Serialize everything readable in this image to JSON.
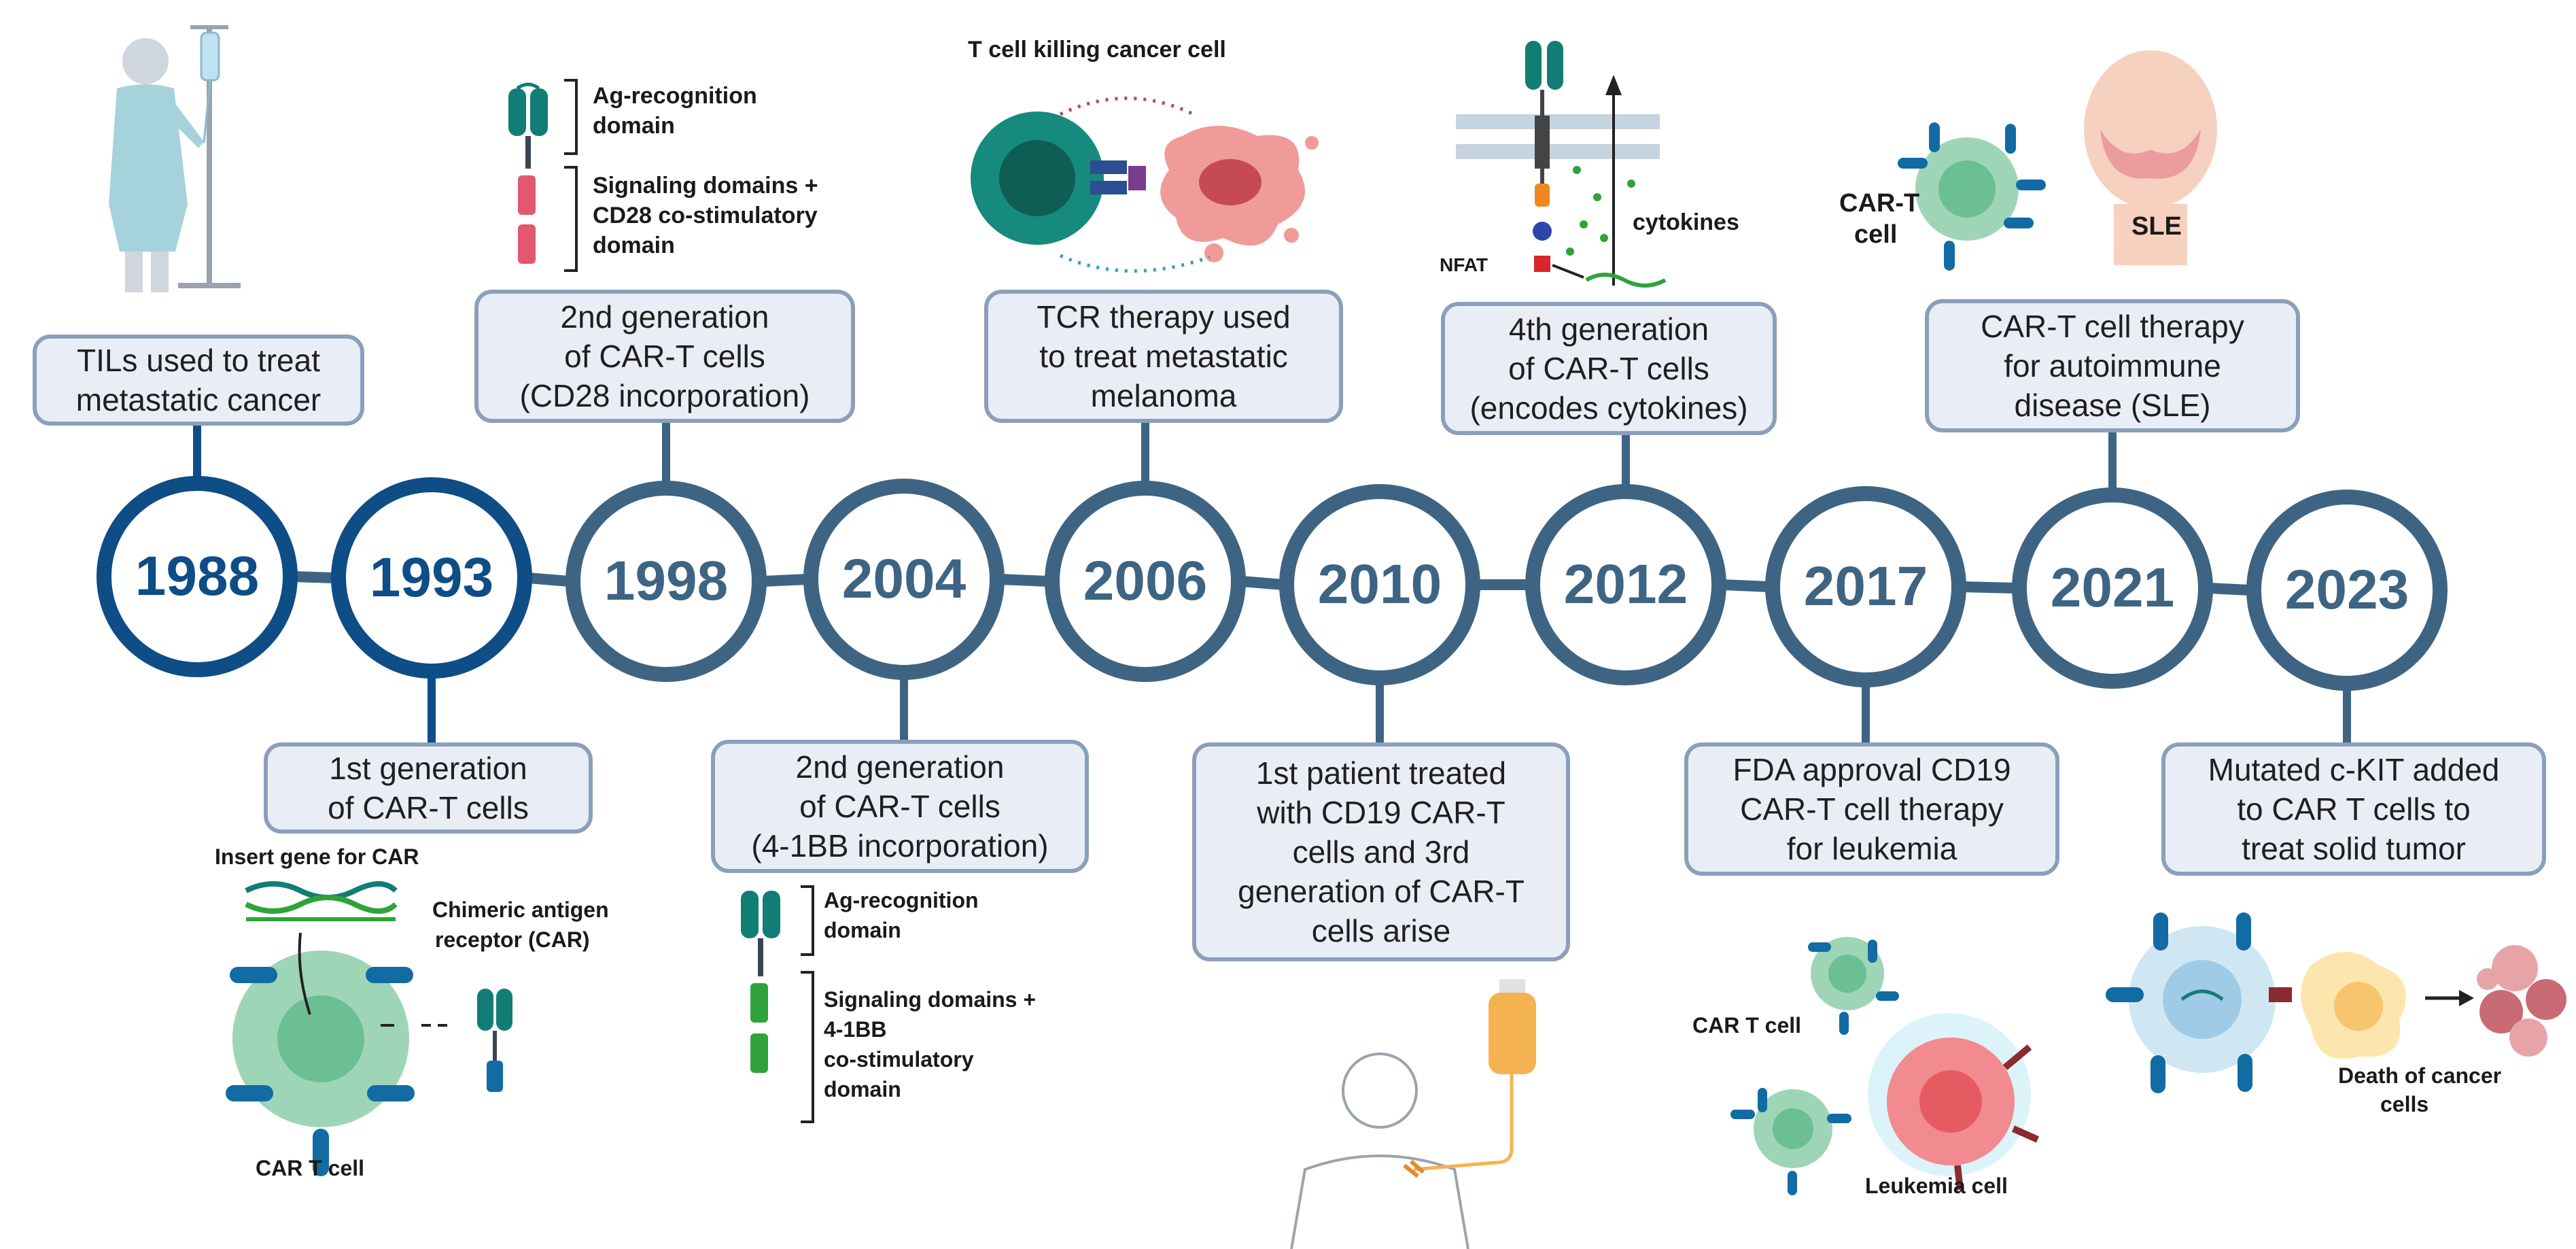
{
  "timeline": [
    {
      "year": "1988",
      "lines": [
        "TILs used to treat",
        "metastatic cancer"
      ],
      "side": "top",
      "accent": "#0e4d86"
    },
    {
      "year": "1993",
      "lines": [
        "1st generation",
        "of CAR-T cells"
      ],
      "side": "bottom",
      "accent": "#0e4d86"
    },
    {
      "year": "1998",
      "lines": [
        "2nd generation",
        "of CAR-T cells",
        "(CD28 incorporation)"
      ],
      "side": "top",
      "accent": "#3e6484"
    },
    {
      "year": "2004",
      "lines": [
        "2nd generation",
        "of CAR-T cells",
        "(4-1BB incorporation)"
      ],
      "side": "bottom",
      "accent": "#3e6484"
    },
    {
      "year": "2006",
      "lines": [
        "TCR therapy used",
        "to treat metastatic",
        "melanoma"
      ],
      "side": "top",
      "accent": "#3e6484"
    },
    {
      "year": "2010",
      "lines": [
        "1st patient treated",
        "with CD19 CAR-T",
        "cells and 3rd",
        "generation of CAR-T",
        "cells arise"
      ],
      "side": "bottom",
      "accent": "#3e6484"
    },
    {
      "year": "2012",
      "lines": [
        "4th generation",
        "of CAR-T cells",
        "(encodes cytokines)"
      ],
      "side": "top",
      "accent": "#3e6484"
    },
    {
      "year": "2017",
      "lines": [
        "FDA approval CD19",
        "CAR-T cell therapy",
        "for leukemia"
      ],
      "side": "bottom",
      "accent": "#3e6484"
    },
    {
      "year": "2021",
      "lines": [
        "CAR-T cell therapy",
        "for autoimmune",
        "disease (SLE)"
      ],
      "side": "top",
      "accent": "#3e6484"
    },
    {
      "year": "2023",
      "lines": [
        "Mutated c-KIT added",
        "to CAR T cells to",
        "treat solid tumor"
      ],
      "side": "bottom",
      "accent": "#3e6484"
    }
  ],
  "illustrations": {
    "y1993": {
      "insert_gene": "Insert gene for CAR",
      "chimeric_1": "Chimeric antigen",
      "chimeric_2": "receptor (CAR)",
      "car_t": "CAR T cell"
    },
    "y1998": {
      "ag_1": "Ag-recognition",
      "ag_2": "domain",
      "sig_1": "Signaling domains +",
      "sig_2": "CD28 co-stimulatory",
      "sig_3": "domain"
    },
    "y2004": {
      "ag_1": "Ag-recognition",
      "ag_2": "domain",
      "sig_1": "Signaling domains +",
      "sig_2": "4-1BB",
      "sig_3": "co-stimulatory",
      "sig_4": "domain"
    },
    "y2006": {
      "title": "T cell killing cancer cell"
    },
    "y2012": {
      "cytokines": "cytokines",
      "nfat": "NFAT"
    },
    "y2017": {
      "car_t": "CAR T cell",
      "leukemia": "Leukemia cell"
    },
    "y2021": {
      "cart_1": "CAR-T",
      "cart_2": "cell",
      "sle": "SLE"
    },
    "y2023": {
      "death_1": "Death of cancer",
      "death_2": "cells"
    }
  },
  "colors": {
    "circle_dark": "#0e4d86",
    "circle": "#3e6484",
    "box_fill": "#e9eef6",
    "box_border": "#8c9fb9",
    "car_teal": "#127d74",
    "cd28_pink": "#e35773",
    "bb_green": "#2fa339"
  }
}
